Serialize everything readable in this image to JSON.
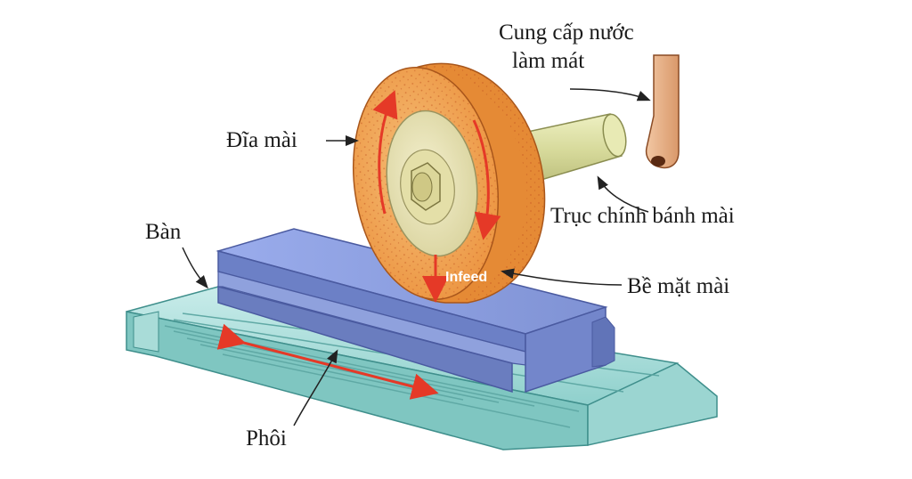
{
  "labels": {
    "coolant_line1": "Cung cấp nước",
    "coolant_line2": "làm mát",
    "wheel": "Đĩa mài",
    "spindle": "Trục chính bánh mài",
    "table": "Bàn",
    "grinding_surface": "Bề mặt mài",
    "workpiece": "Phôi",
    "infeed": "Infeed"
  },
  "colors": {
    "wheel": "#f0a44f",
    "wheel_hub": "#e9e3b4",
    "spindle": "#d9dc9a",
    "workpiece": "#8b9ed9",
    "table": "#a8ddd9",
    "coolant_pipe": "#e6b28a",
    "motion_arrow": "#e53927"
  }
}
